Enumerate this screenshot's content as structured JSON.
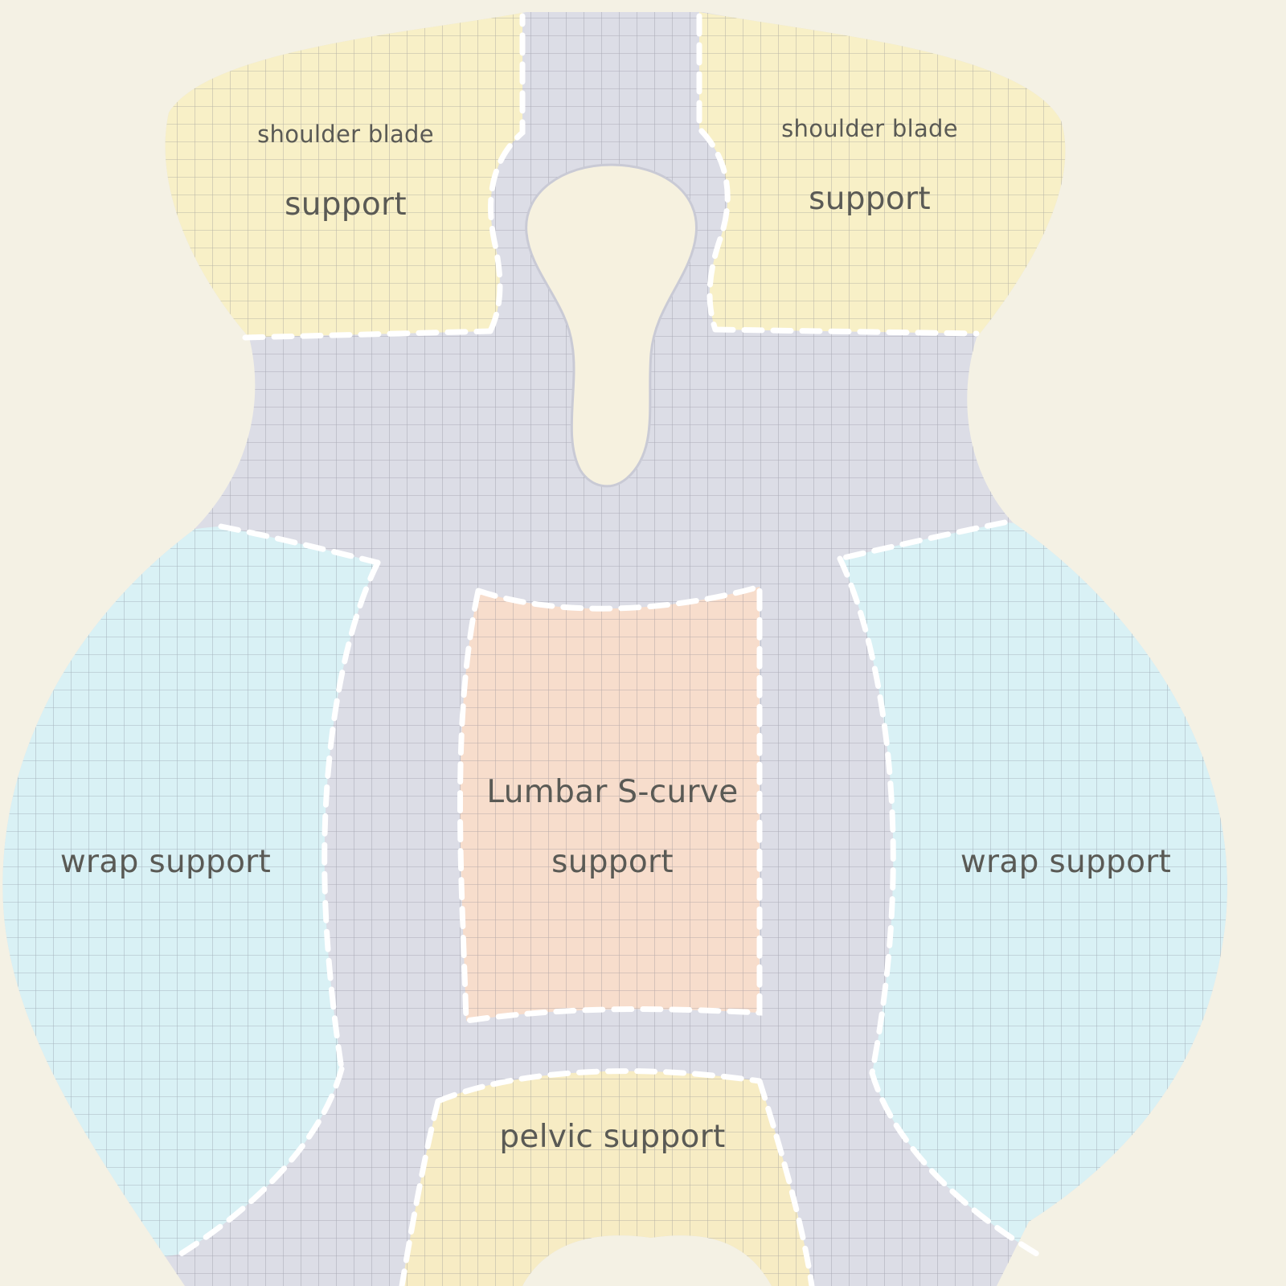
{
  "colors": {
    "background": "#f4f1e4",
    "frame": "#dcdde6",
    "shoulder": "#f8f0c7",
    "wrap": "#d9f1f5",
    "lumbar": "#f7ddcc",
    "pelvic": "#f7ecc4",
    "grid_line": "#6f7180",
    "divider": "#ffffff",
    "label": "#5a5a55"
  },
  "labels": {
    "shoulder_left_top": "shoulder blade",
    "shoulder_left_bottom": "support",
    "shoulder_right_top": "shoulder blade",
    "shoulder_right_bottom": "support",
    "wrap_left": "wrap support",
    "wrap_right": "wrap support",
    "lumbar_top": "Lumbar S-curve",
    "lumbar_bottom": "support",
    "pelvic": "pelvic support"
  }
}
